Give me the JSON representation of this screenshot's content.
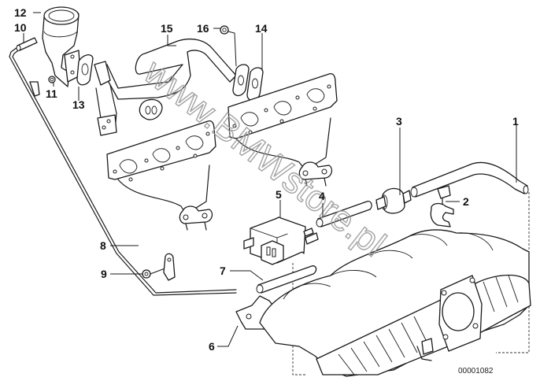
{
  "diagram": {
    "type": "exploded parts diagram",
    "subject": "exhaust manifolds, secondary air / intake manifold parts",
    "document_number": "00001082",
    "watermark": "www.BMWstore.pl",
    "callouts": [
      {
        "id": "1",
        "part": "pipe"
      },
      {
        "id": "2",
        "part": "hose clamp"
      },
      {
        "id": "3",
        "part": "filter / damper"
      },
      {
        "id": "4",
        "part": "hose"
      },
      {
        "id": "5",
        "part": "solenoid valve"
      },
      {
        "id": "6",
        "part": "bracket"
      },
      {
        "id": "7",
        "part": "hose"
      },
      {
        "id": "8",
        "part": "line / rod"
      },
      {
        "id": "9",
        "part": "nut"
      },
      {
        "id": "10",
        "part": "hose"
      },
      {
        "id": "11",
        "part": "nut"
      },
      {
        "id": "12",
        "part": "valve"
      },
      {
        "id": "13",
        "part": "gasket"
      },
      {
        "id": "14",
        "part": "gasket"
      },
      {
        "id": "15",
        "part": "pipe"
      },
      {
        "id": "16",
        "part": "nut"
      }
    ]
  },
  "labels": {
    "c1": "1",
    "c2": "2",
    "c3": "3",
    "c4": "4",
    "c5": "5",
    "c6": "6",
    "c7": "7",
    "c8": "8",
    "c9": "9",
    "c10": "10",
    "c11": "11",
    "c12": "12",
    "c13": "13",
    "c14": "14",
    "c15": "15",
    "c16": "16"
  }
}
